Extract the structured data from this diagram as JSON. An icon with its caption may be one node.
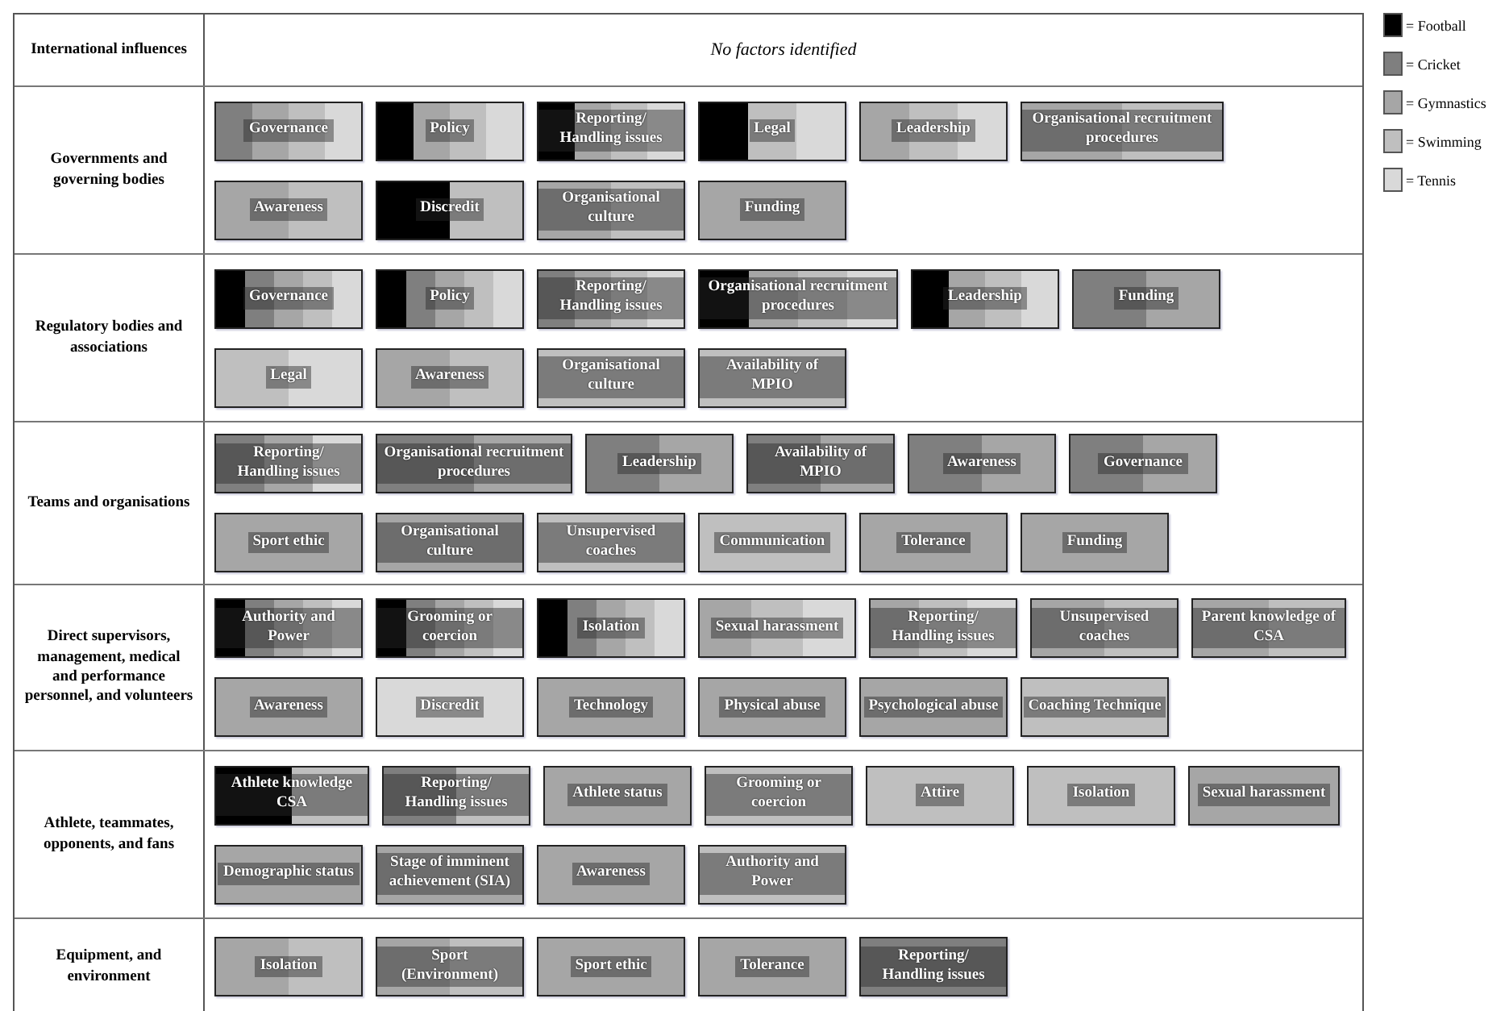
{
  "diagram": {
    "nodes": [
      {
        "text": [
          "International influences",
          "No factors identified"
        ]
      },
      {
        "text": [
          "Governments and governing bodies"
        ]
      },
      {
        "text": [
          "Governance"
        ],
        "in": 1
      },
      {
        "text": [
          "Policy"
        ],
        "in": 1
      },
      {
        "text": [
          "Reporting/ Handling issues"
        ],
        "in": 1
      },
      {
        "text": [
          "Legal"
        ],
        "in": 1
      },
      {
        "text": [
          "Leadership"
        ],
        "in": 1
      },
      {
        "text": [
          "Organisational recruitment procedures"
        ],
        "in": 1
      },
      {
        "text": [
          "Awareness"
        ],
        "in": 1
      },
      {
        "text": [
          "Discredit"
        ],
        "in": 1
      },
      {
        "text": [
          "Organisational culture"
        ],
        "in": 1
      },
      {
        "text": [
          "Funding"
        ],
        "in": 1
      },
      {
        "text": [
          "Regulatory bodies and associations"
        ]
      },
      {
        "text": [
          "Governance"
        ],
        "in": 12
      },
      {
        "text": [
          "Policy"
        ],
        "in": 12
      },
      {
        "text": [
          "Reporting/ Handling issues"
        ],
        "in": 12
      },
      {
        "text": [
          "Organisational recruitment procedures"
        ],
        "in": 12
      },
      {
        "text": [
          "Leadership"
        ],
        "in": 12
      },
      {
        "text": [
          "Funding"
        ],
        "in": 12
      },
      {
        "text": [
          "Legal"
        ],
        "in": 12
      },
      {
        "text": [
          "Awareness"
        ],
        "in": 12
      },
      {
        "text": [
          "Organisational culture"
        ],
        "in": 12
      },
      {
        "text": [
          "Availability of MPIO"
        ],
        "in": 12
      },
      {
        "text": [
          "Teams and organisations"
        ]
      },
      {
        "text": [
          "Reporting/ Handling issues"
        ],
        "in": 23
      },
      {
        "text": [
          "Organisational recruitment procedures"
        ],
        "in": 23
      },
      {
        "text": [
          "Leadership"
        ],
        "in": 23
      },
      {
        "text": [
          "Availability of MPIO"
        ],
        "in": 23
      },
      {
        "text": [
          "Awareness"
        ],
        "in": 23
      },
      {
        "text": [
          "Governance"
        ],
        "in": 23
      },
      {
        "text": [
          "Sport ethic"
        ],
        "in": 23
      },
      {
        "text": [
          "Organisational culture"
        ],
        "in": 23
      },
      {
        "text": [
          "Unsupervised coaches"
        ],
        "in": 23
      },
      {
        "text": [
          "Communication"
        ],
        "in": 23
      },
      {
        "text": [
          "Tolerance"
        ],
        "in": 23
      },
      {
        "text": [
          "Funding"
        ],
        "in": 23
      },
      {
        "text": [
          "Direct supervisors, management, medical and performance personnel, and volunteers"
        ]
      },
      {
        "text": [
          "Authority and Power"
        ],
        "in": 36
      },
      {
        "text": [
          "Grooming or coercion"
        ],
        "in": 36
      },
      {
        "text": [
          "Isolation"
        ],
        "in": 36
      },
      {
        "text": [
          "Sexual harassment"
        ],
        "in": 36
      },
      {
        "text": [
          "Reporting/ Handling issues"
        ],
        "in": 36
      },
      {
        "text": [
          "Unsupervised coaches"
        ],
        "in": 36
      },
      {
        "text": [
          "Parent knowledge of CSA"
        ],
        "in": 36
      },
      {
        "text": [
          "Awareness"
        ],
        "in": 36
      },
      {
        "text": [
          "Discredit"
        ],
        "in": 36
      },
      {
        "text": [
          "Technology"
        ],
        "in": 36
      },
      {
        "text": [
          "Physical abuse"
        ],
        "in": 36
      },
      {
        "text": [
          "Psychological abuse"
        ],
        "in": 36
      },
      {
        "text": [
          "Coaching Technique"
        ],
        "in": 36
      },
      {
        "text": [
          "Athlete, teammates, opponents, and fans"
        ]
      },
      {
        "text": [
          "Athlete knowledge CSA"
        ],
        "in": 50
      },
      {
        "text": [
          "Reporting/ Handling issues"
        ],
        "in": 50
      },
      {
        "text": [
          "Athlete status"
        ],
        "in": 50
      },
      {
        "text": [
          "Grooming or coercion"
        ],
        "in": 50
      },
      {
        "text": [
          "Attire"
        ],
        "in": 50
      },
      {
        "text": [
          "Isolation"
        ],
        "in": 50
      },
      {
        "text": [
          "Sexual harassment"
        ],
        "in": 50
      },
      {
        "text": [
          "Demographic status"
        ],
        "in": 50
      },
      {
        "text": [
          "Stage of imminent achievement (SIA)"
        ],
        "in": 50
      },
      {
        "text": [
          "Awareness"
        ],
        "in": 50
      },
      {
        "text": [
          "Authority and Power"
        ],
        "in": 50
      },
      {
        "text": [
          "Equipment, and environment"
        ]
      },
      {
        "text": [
          "Isolation"
        ],
        "in": 62
      },
      {
        "text": [
          "Sport (Environment)"
        ],
        "in": 62
      },
      {
        "text": [
          "Sport ethic"
        ],
        "in": 62
      },
      {
        "text": [
          "Tolerance"
        ],
        "in": 62
      },
      {
        "text": [
          "Reporting/ Handling issues"
        ],
        "in": 62
      }
    ],
    "legend": [
      {
        "text": "= Football",
        "color": "#000000"
      },
      {
        "text": "= Cricket",
        "color": "#7f7f7f"
      },
      {
        "text": "= Gymnastics",
        "color": "#a6a6a6"
      },
      {
        "text": "= Swimming",
        "color": "#bfbfbf"
      },
      {
        "text": "= Tennis",
        "color": "#d9d9d9"
      }
    ]
  }
}
